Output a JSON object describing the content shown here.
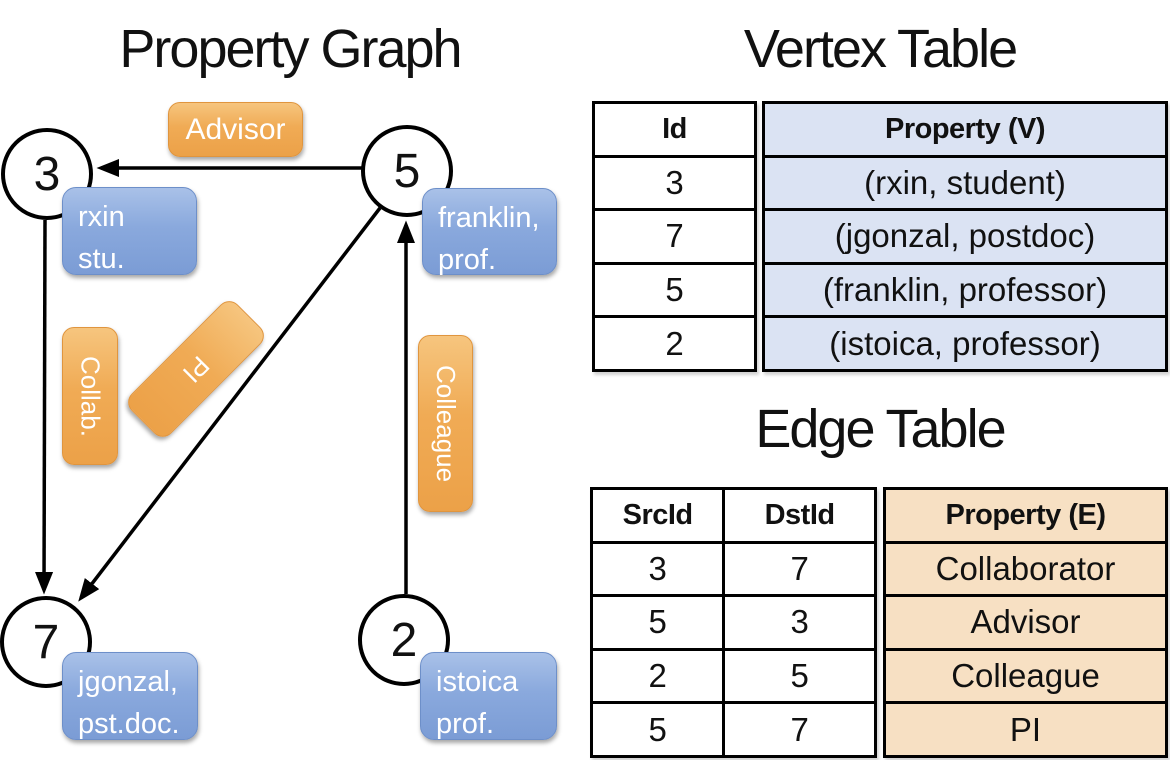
{
  "graph": {
    "title": "Property Graph",
    "nodes": [
      {
        "id": "3"
      },
      {
        "id": "5"
      },
      {
        "id": "7"
      },
      {
        "id": "2"
      }
    ],
    "vertex_props": [
      {
        "line1": "rxin",
        "line2": "stu."
      },
      {
        "line1": "franklin,",
        "line2": "prof."
      },
      {
        "line1": "jgonzal,",
        "line2": "pst.doc."
      },
      {
        "line1": "istoica",
        "line2": "prof."
      }
    ],
    "edge_labels": {
      "advisor": "Advisor",
      "collab": "Collab.",
      "pi": "PI",
      "colleague": "Colleague"
    }
  },
  "vertex_table": {
    "title": "Vertex Table",
    "columns": {
      "id": "Id",
      "property": "Property (V)"
    },
    "rows": [
      {
        "id": "3",
        "property": "(rxin, student)"
      },
      {
        "id": "7",
        "property": "(jgonzal, postdoc)"
      },
      {
        "id": "5",
        "property": "(franklin, professor)"
      },
      {
        "id": "2",
        "property": "(istoica, professor)"
      }
    ]
  },
  "edge_table": {
    "title": "Edge Table",
    "columns": {
      "src": "SrcId",
      "dst": "DstId",
      "property": "Property (E)"
    },
    "rows": [
      {
        "src": "3",
        "dst": "7",
        "property": "Collaborator"
      },
      {
        "src": "5",
        "dst": "3",
        "property": "Advisor"
      },
      {
        "src": "2",
        "dst": "5",
        "property": "Colleague"
      },
      {
        "src": "5",
        "dst": "7",
        "property": "PI"
      }
    ]
  },
  "colors": {
    "edge_label_orange": "#f0ab55",
    "vertex_label_blue": "#8aa9dd",
    "vertex_table_fill": "#dbe3f3",
    "edge_table_fill": "#f7e0c3",
    "line_black": "#000000"
  }
}
